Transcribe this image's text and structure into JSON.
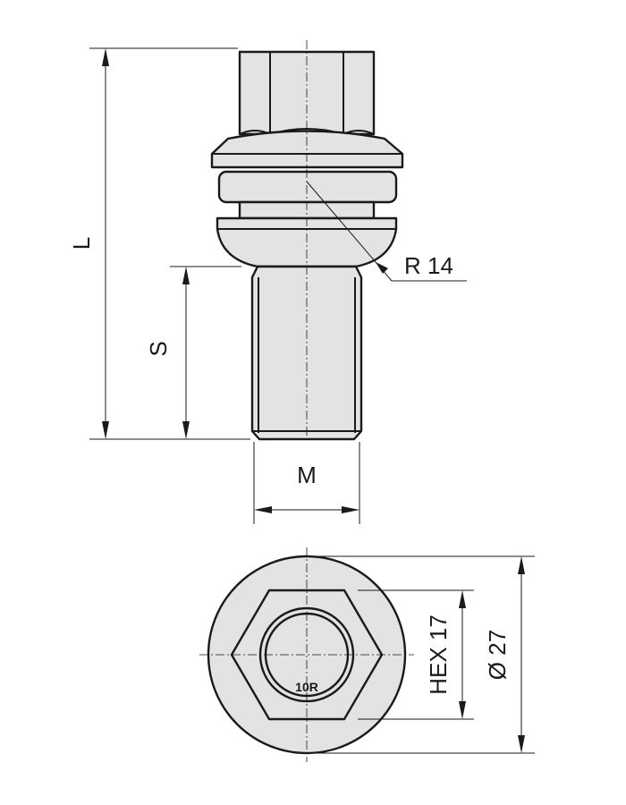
{
  "dimensions": {
    "length": "L",
    "thread_length": "S",
    "thread_size": "M",
    "seat_radius": "R 14",
    "hex_size": "HEX 17",
    "washer_diameter": "Ø 27"
  },
  "head_marking": "10R"
}
